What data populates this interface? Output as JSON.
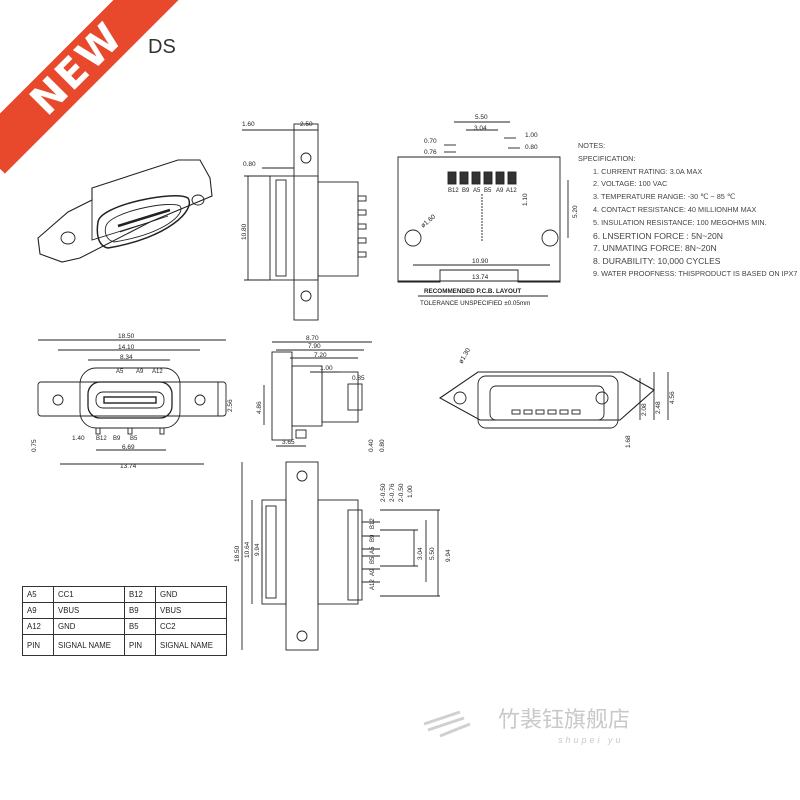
{
  "badge": {
    "text": "NEW"
  },
  "corner_label": "DS",
  "pcb": {
    "dims": {
      "d550": "5.50",
      "d304": "3.04",
      "d100": "1.00",
      "d070": "0.70",
      "d080": "0.80",
      "d076": "0.76",
      "d110": "1.10",
      "d520": "5.20",
      "phi160": "ø1.60",
      "d1090": "10.90",
      "d1374": "13.74"
    },
    "pins": [
      "B12",
      "B9",
      "A5",
      "B5",
      "A9",
      "A12"
    ],
    "title": "RECOMMENDED  P.C.B. LAYOUT",
    "tolerance": "TOLERANCE UNSPECIFIED ±0.05mm"
  },
  "side_top": {
    "dims": {
      "d160": "1.60",
      "d250": "2.50",
      "d080": "0.80",
      "d1080": "10.80"
    }
  },
  "front": {
    "dims": {
      "d1850": "18.50",
      "d1410": "14.10",
      "d834": "8.34",
      "d256": "2.56",
      "d075": "0.75",
      "d140": "1.40",
      "d669": "6.69",
      "d1374": "13.74"
    },
    "pins_top": [
      "A5",
      "A9",
      "A12"
    ],
    "pins_bottom": [
      "B12",
      "B9",
      "B5"
    ]
  },
  "side_mid": {
    "dims": {
      "d870": "8.70",
      "d790": "7.90",
      "d720": "7.20",
      "d100": "1.00",
      "d085": "0.85",
      "d486": "4.86",
      "d365": "3.65",
      "d040": "0.40",
      "d080": "0.80"
    }
  },
  "perspective": {
    "dims": {
      "phi130": "ø1.30",
      "d208": "2.08",
      "d248": "2.48",
      "d456": "4.56",
      "d168": "1.68"
    }
  },
  "bottom": {
    "dims": {
      "d1850": "18.50",
      "d1064": "10.64",
      "d994": "9.94",
      "d994b": "9.94",
      "d050": "2-0.50",
      "d076": "2-0.76",
      "d050b": "2-0.50",
      "d100": "1.00",
      "d304": "3.04",
      "d550": "5.50"
    },
    "pins": [
      "B12",
      "B9",
      "A5",
      "B5",
      "A9",
      "A12"
    ]
  },
  "notes": {
    "lines": [
      "NOTES:",
      "SPECIFICATION:",
      "1. CURRENT RATING: 3.0A MAX",
      "2. VOLTAGE: 100 VAC",
      "3. TEMPERATURE RANGE: -30 ℃ ~ 85 ℃",
      "4. CONTACT RESISTANCE: 40 MILLIONHM MAX",
      "5. INSULATION RESISTANCE: 100 MEGOHMS MIN.",
      "6. LNSERTION FORCE :  5N~20N",
      "7. UNMATING FORCE: 8N~20N",
      "8. DURABILITY:   10,000 CYCLES",
      "9. WATER PROOFNESS: THISPRODUCT IS BASED ON IPX7"
    ]
  },
  "pin_table": {
    "rows": [
      [
        "A5",
        "CC1",
        "B12",
        "GND"
      ],
      [
        "A9",
        "VBUS",
        "B9",
        "VBUS"
      ],
      [
        "A12",
        "GND",
        "B5",
        "CC2"
      ],
      [
        "PIN",
        "SIGNAL NAME",
        "PIN",
        "SIGNAL NAME"
      ]
    ]
  },
  "watermark": {
    "cn": "竹裴钰旗舰店",
    "en": "shupei yu"
  },
  "colors": {
    "badge": "#e8492c",
    "line": "#222222",
    "watermark": "#c9c9c9"
  }
}
